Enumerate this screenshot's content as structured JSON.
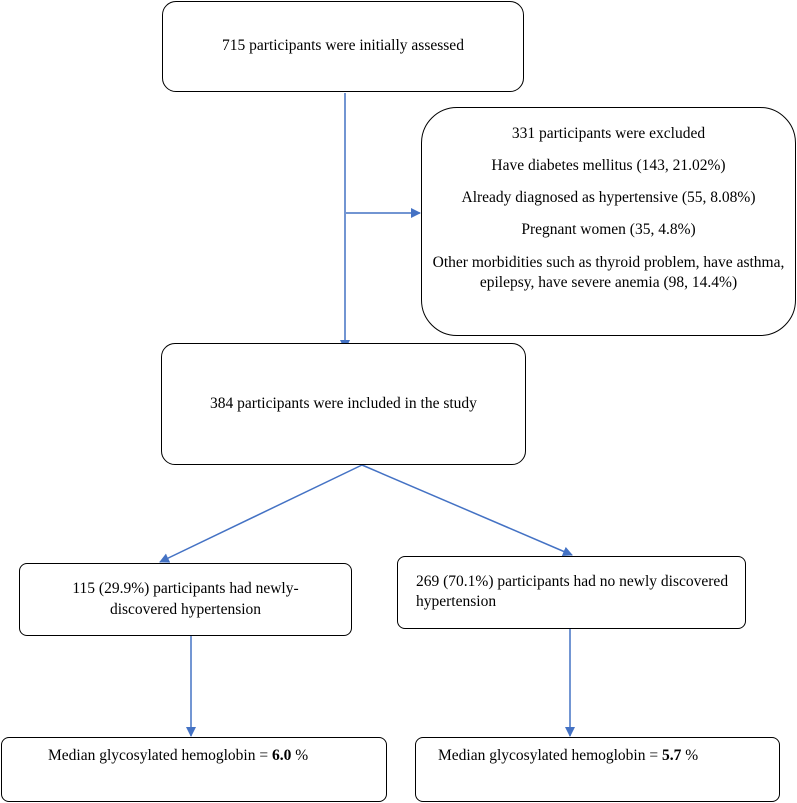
{
  "colors": {
    "arrow": "#4472C4",
    "border": "#000000",
    "background": "#FFFFFF"
  },
  "flow": {
    "assessed": {
      "text": "715 participants were initially assessed"
    },
    "excluded": {
      "title": "331 participants were excluded",
      "reasons": [
        "Have diabetes mellitus (143, 21.02%)",
        "Already diagnosed as hypertensive (55, 8.08%)",
        "Pregnant women (35, 4.8%)",
        "Other morbidities such as thyroid problem, have asthma, epilepsy, have severe anemia (98, 14.4%)"
      ]
    },
    "included": {
      "text": "384 participants were included in the study"
    },
    "newly_discovered": {
      "text": "115 (29.9%) participants had newly-discovered hypertension",
      "median_label": "Median glycosylated hemoglobin = ",
      "median_value": "6.0",
      "median_unit": " %"
    },
    "not_discovered": {
      "text": "269 (70.1%) participants had no newly discovered hypertension",
      "median_label": "Median glycosylated hemoglobin = ",
      "median_value": "5.7",
      "median_unit": " %"
    }
  }
}
